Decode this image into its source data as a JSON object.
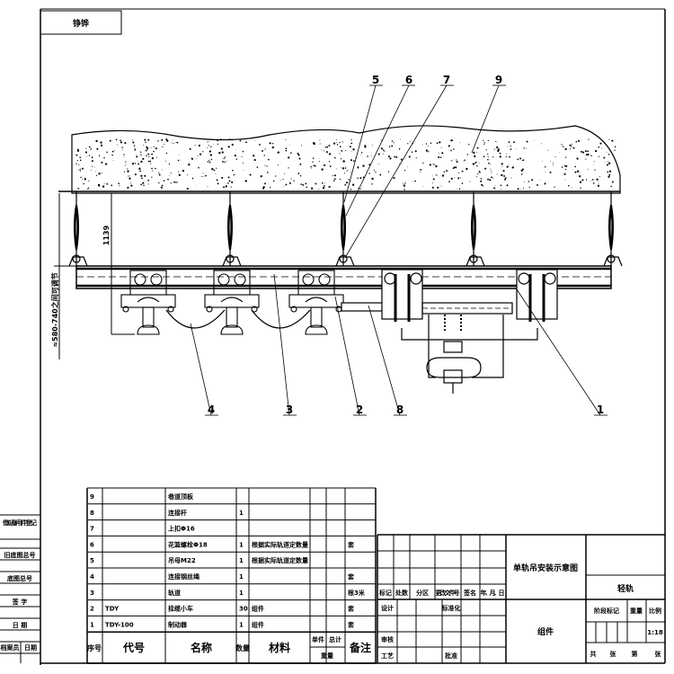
{
  "corner_label": "铮铧",
  "drawing": {
    "dimension_height": "1139",
    "dimension_range": "≈580-740之间可调节",
    "callouts": {
      "c1": "1",
      "c2": "2",
      "c3": "3",
      "c4": "4",
      "c5": "5",
      "c6": "6",
      "c7": "7",
      "c8": "8",
      "c9": "9"
    }
  },
  "side_strip": [
    "借(通)用件登记",
    "旧底图总号",
    "底图总号",
    "签 字",
    "日 期",
    "档案员",
    "日期"
  ],
  "bom": {
    "rows": [
      {
        "no": "9",
        "code": "",
        "name": "巷道顶板",
        "qty": "",
        "material": "",
        "remark": ""
      },
      {
        "no": "8",
        "code": "",
        "name": "连接杆",
        "qty": "1",
        "material": "",
        "remark": ""
      },
      {
        "no": "7",
        "code": "",
        "name": "上扣Φ16",
        "qty": "",
        "material": "",
        "remark": ""
      },
      {
        "no": "6",
        "code": "",
        "name": "花篮螺栓Φ18",
        "qty": "1",
        "material": "根据实际轨道定数量",
        "remark": "套"
      },
      {
        "no": "5",
        "code": "",
        "name": "吊母M22",
        "qty": "1",
        "material": "根据实际轨道定数量",
        "remark": ""
      },
      {
        "no": "4",
        "code": "",
        "name": "连接钢丝绳",
        "qty": "1",
        "material": "",
        "remark": "套"
      },
      {
        "no": "3",
        "code": "",
        "name": "轨道",
        "qty": "1",
        "material": "",
        "remark": "根3米"
      },
      {
        "no": "2",
        "code": "TDY",
        "name": "挂缆小车",
        "qty": "30",
        "material": "组件",
        "remark": "套"
      },
      {
        "no": "1",
        "code": "TDY-100",
        "name": "制动器",
        "qty": "1",
        "material": "组件",
        "remark": "套"
      }
    ],
    "header": {
      "no": "序号",
      "code": "代号",
      "name": "名称",
      "qty": "数量",
      "material": "材料",
      "unit": "单件",
      "total": "总计",
      "weight": "重量",
      "remark": "备注"
    }
  },
  "title_block": {
    "rev_headers": [
      "标记",
      "处数",
      "分区",
      "更改文件号",
      "签名",
      "年、月、日"
    ],
    "design": "设计",
    "standardize": "标准化",
    "review": "审核",
    "process": "工艺",
    "approve": "批准",
    "drawing_title": "单轨吊安装示意图",
    "drawing_type": "组件",
    "product_name": "轻轨",
    "stage_mark": "阶段标记",
    "weight": "重量",
    "ratio": "比例",
    "scale": "1:18",
    "total_label": "共",
    "sheets_label": "张",
    "page_label": "第",
    "sheet_label": "张"
  }
}
